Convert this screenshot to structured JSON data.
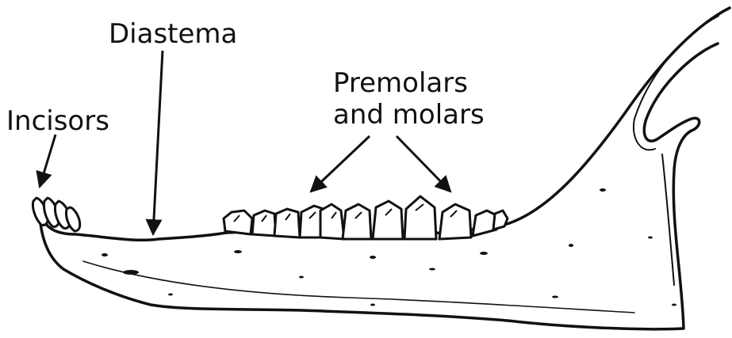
{
  "diagram": {
    "labels": {
      "incisors": "Incisors",
      "diastema": "Diastema",
      "premolars_line1": "Premolars",
      "premolars_line2": "and molars"
    },
    "colors": {
      "ink": "#111111",
      "background": "#ffffff"
    }
  }
}
